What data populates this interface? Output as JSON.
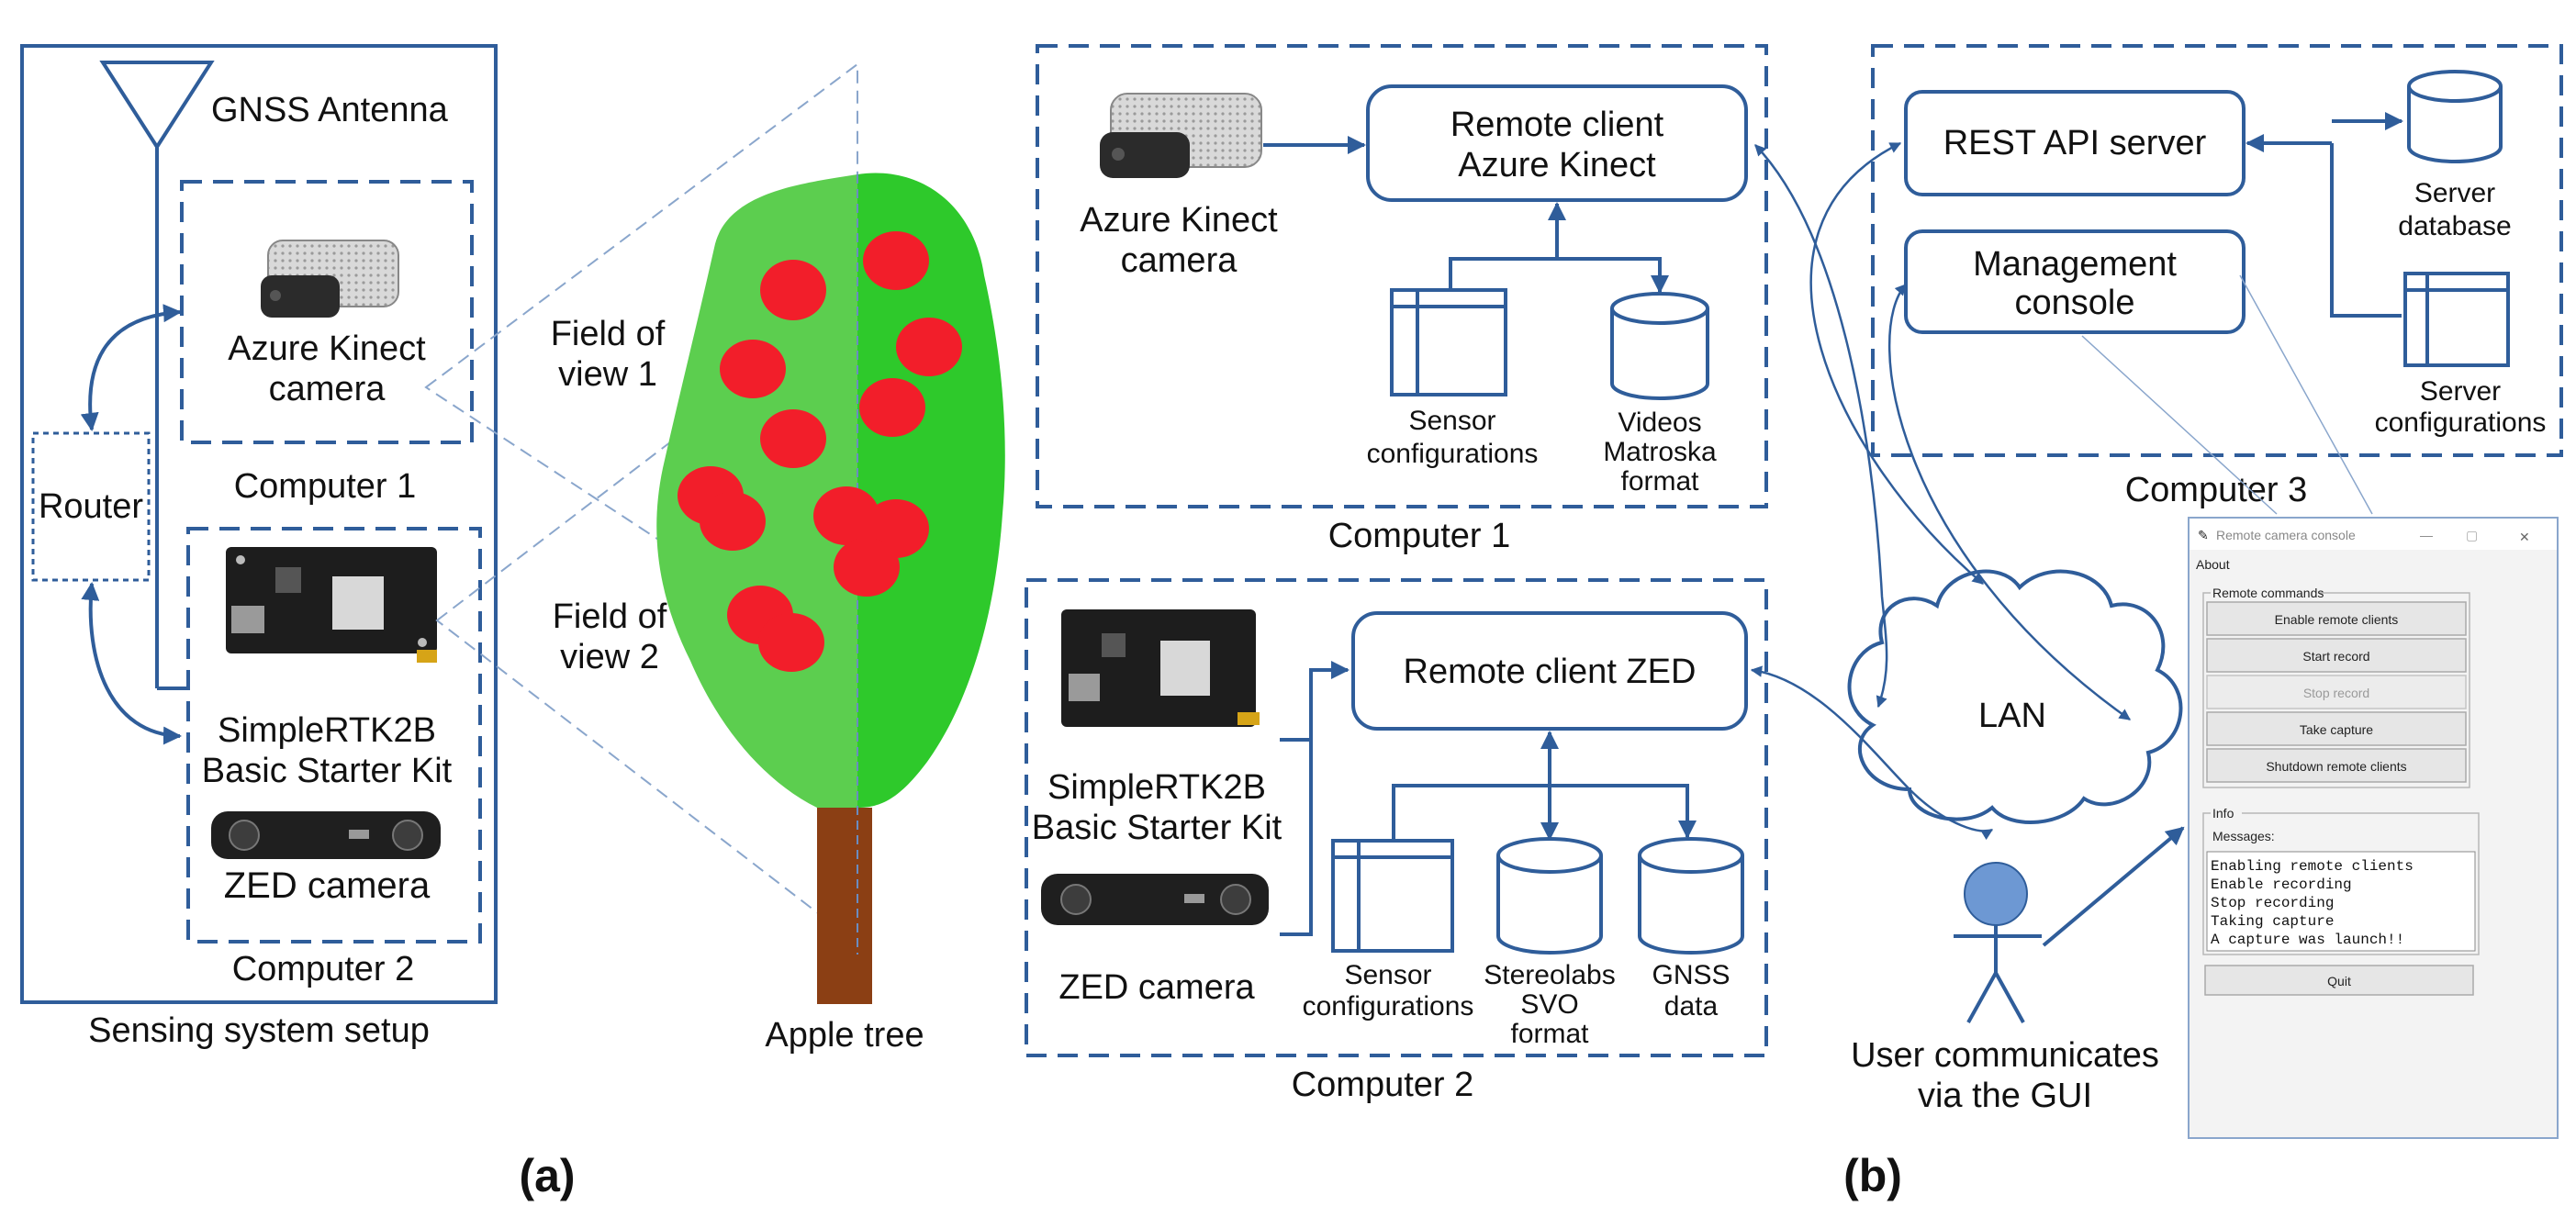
{
  "panel_a": {
    "label": "(a)",
    "title": "Sensing system setup",
    "antenna": "GNSS Antenna",
    "router": "Router",
    "computer1": "Computer 1",
    "computer2": "Computer 2",
    "azure_line1": "Azure Kinect",
    "azure_line2": "camera",
    "rtk_line1": "SimpleRTK2B",
    "rtk_line2": "Basic Starter Kit",
    "zed": "ZED camera",
    "fov1_line1": "Field of",
    "fov1_line2": "view 1",
    "fov2_line1": "Field of",
    "fov2_line2": "view 2",
    "tree": "Apple tree"
  },
  "panel_b": {
    "label": "(b)",
    "computer1": {
      "title": "Computer 1",
      "camera_line1": "Azure Kinect",
      "camera_line2": "camera",
      "client_line1": "Remote client",
      "client_line2": "Azure Kinect",
      "sensor_line1": "Sensor",
      "sensor_line2": "configurations",
      "videos_line1": "Videos",
      "videos_line2": "Matroska",
      "videos_line3": "format"
    },
    "computer2": {
      "title": "Computer 2",
      "rtk_line1": "SimpleRTK2B",
      "rtk_line2": "Basic Starter Kit",
      "zed": "ZED camera",
      "client": "Remote client ZED",
      "sensor_line1": "Sensor",
      "sensor_line2": "configurations",
      "svo_line1": "Stereolabs",
      "svo_line2": "SVO",
      "svo_line3": "format",
      "gnss_line1": "GNSS",
      "gnss_line2": "data"
    },
    "computer3": {
      "title": "Computer 3",
      "rest": "REST API server",
      "mgmt_line1": "Management",
      "mgmt_line2": "console",
      "db_line1": "Server",
      "db_line2": "database",
      "cfg_line1": "Server",
      "cfg_line2": "configurations"
    },
    "lan": "LAN",
    "user_line1": "User communicates",
    "user_line2": "via the GUI"
  },
  "gui": {
    "title": "Remote camera console",
    "menu": "About",
    "remote_group": "Remote commands",
    "buttons": [
      {
        "label": "Enable remote clients",
        "enabled": true
      },
      {
        "label": "Start record",
        "enabled": true
      },
      {
        "label": "Stop record",
        "enabled": false
      },
      {
        "label": "Take capture",
        "enabled": true
      },
      {
        "label": "Shutdown remote clients",
        "enabled": true
      }
    ],
    "info_group": "Info",
    "messages_label": "Messages:",
    "messages": [
      "Enabling remote clients",
      "Enable recording",
      "Stop recording",
      "Taking capture",
      "A capture was launch!!"
    ],
    "quit": "Quit"
  },
  "colors": {
    "line_blue": "#2f5d9a",
    "tree_light": "#5cce4f",
    "tree_dark": "#2ec92b",
    "apple": "#f21e2a",
    "trunk": "#8b3f14",
    "user": "#6d98d3"
  }
}
